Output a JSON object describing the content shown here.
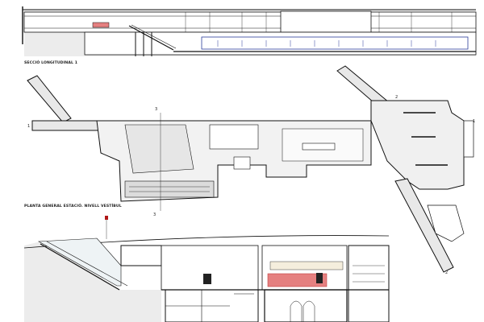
{
  "drawings": {
    "section_title": "SECCIÓ LONGITUDINAL 1",
    "plan_title": "PLANTA GENERAL ESTACIÓ. NIVELL VESTÍBUL",
    "section_markers": [
      "1",
      "1",
      "2",
      "2",
      "3",
      "3"
    ]
  },
  "colors": {
    "line": "#111111",
    "fill_light": "#ececec",
    "highlight": "#e58080",
    "platform_blue": "#2a3d9a",
    "marker_red": "#b01818"
  }
}
